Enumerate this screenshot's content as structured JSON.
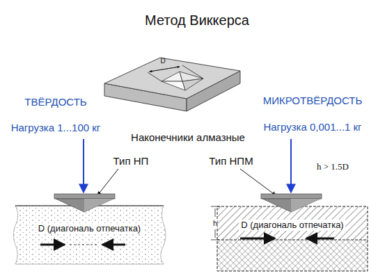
{
  "diagram": {
    "title": "Метод Виккерса",
    "nodes": [
      {
        "text": [
          "D (диагональ отпечатка)"
        ]
      },
      {
        "text": [
          "D (диагональ отпечатка)"
        ]
      }
    ],
    "labels": [
      "ТВЁРДОСТЬ",
      "Нагрузка 1...100 кг",
      "МИКРОТВЁРДОСТЬ",
      "Нагрузка 0,001...1 кг",
      "Наконечники алмазные",
      "Тип НП",
      "Тип НПМ",
      "h > 1.5D",
      "D",
      "h"
    ]
  }
}
